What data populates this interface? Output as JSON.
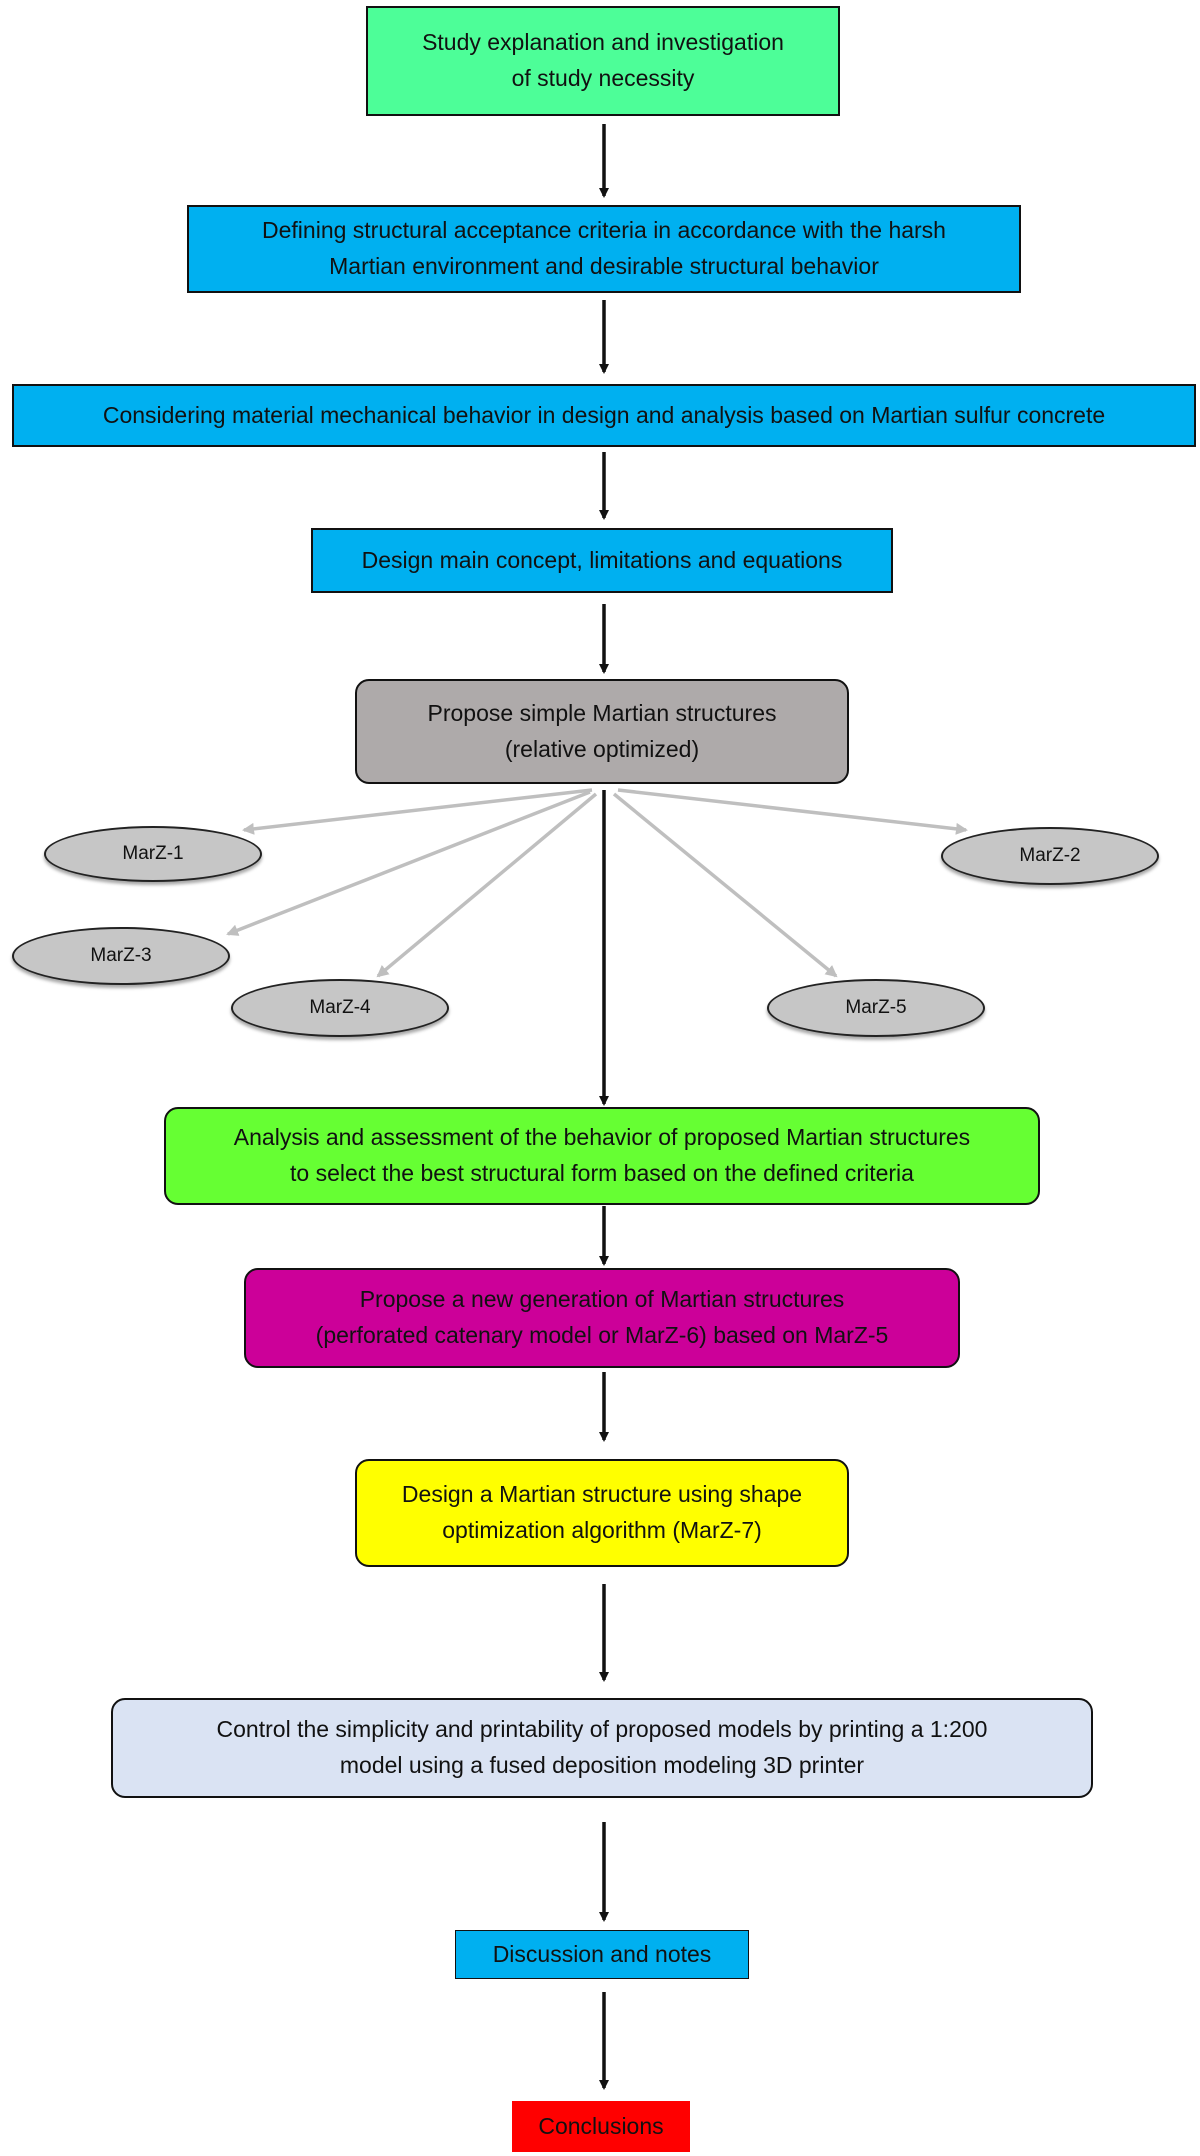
{
  "steps": {
    "study": {
      "text": "Study explanation and investigation\nof study necessity",
      "color": "#4dfe98"
    },
    "criteria": {
      "text": "Defining structural acceptance criteria in accordance with the harsh\nMartian environment and desirable structural behavior",
      "color": "#00b0f0"
    },
    "material": {
      "text": "Considering material mechanical behavior in design and analysis based on Martian sulfur concrete",
      "color": "#00b0f0"
    },
    "concept": {
      "text": "Design main concept, limitations and equations",
      "color": "#00b0f0"
    },
    "propose_simple": {
      "text": "Propose simple Martian structures\n(relative optimized)",
      "color": "#aeaaaa"
    },
    "analysis": {
      "text": "Analysis and assessment of the behavior of proposed Martian structures\nto select the best structural form based on the defined criteria",
      "color": "#66ff33"
    },
    "new_generation": {
      "text": "Propose a new generation of Martian structures\n(perforated catenary model or MarZ-6) based on MarZ-5",
      "color": "#cc0099"
    },
    "shape_optimization": {
      "text": "Design a Martian structure using shape\noptimization algorithm (MarZ-7)",
      "color": "#ffff00"
    },
    "printability": {
      "text": "Control the simplicity and printability of proposed models by printing a 1:200\nmodel using a fused deposition modeling 3D printer",
      "color": "#dae3f3"
    },
    "discussion": {
      "text": "Discussion and notes",
      "color": "#00b0f0"
    },
    "conclusions": {
      "text": "Conclusions",
      "color": "#ff0000"
    }
  },
  "models": [
    "MarZ-1",
    "MarZ-2",
    "MarZ-3",
    "MarZ-4",
    "MarZ-5"
  ],
  "colors": {
    "arrow": "#111111",
    "branch_arrow": "#bfbfbf",
    "ellipse_fill": "#c6c6c6"
  }
}
